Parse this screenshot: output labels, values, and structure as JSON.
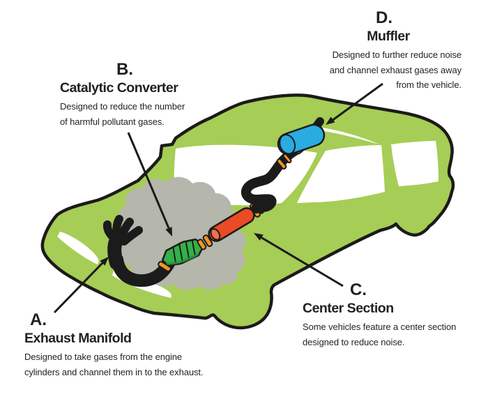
{
  "diagram": {
    "callouts": {
      "a": {
        "letter": "A.",
        "title": "Exhaust Manifold",
        "lines": [
          "Designed to take gases from the engine",
          "cylinders and channel them in to the exhaust."
        ]
      },
      "b": {
        "letter": "B.",
        "title": "Catalytic Converter",
        "lines": [
          "Designed to reduce the number",
          "of harmful pollutant gases."
        ]
      },
      "c": {
        "letter": "C.",
        "title": "Center Section",
        "lines": [
          "Some vehicles feature a center section",
          "designed to reduce noise."
        ]
      },
      "d": {
        "letter": "D.",
        "title": "Muffler",
        "lines": [
          "Designed to further reduce noise",
          "and channel exhaust gases away",
          "from the vehicle."
        ]
      }
    },
    "colors": {
      "car_body": "#a6cd55",
      "outline": "#1b1b1b",
      "window_white": "#ffffff",
      "smoke": "#b5b6ac",
      "manifold": "#97978f",
      "pipe": "#f5941e",
      "catalytic": "#35b04a",
      "catalytic_shade": "#2a9440",
      "center_section": "#ea4a24",
      "center_cap": "#f0714b",
      "muffler": "#2aabe2",
      "inlet": "#e8402a",
      "text": "#231f20",
      "background": "#ffffff"
    }
  }
}
